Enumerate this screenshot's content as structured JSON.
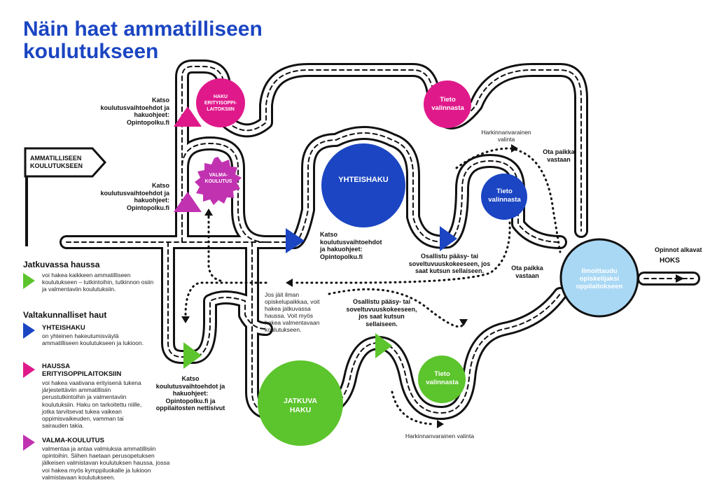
{
  "title": "Näin haet ammatilliseen koulutukseen",
  "colors": {
    "blue": "#1b45c2",
    "magenta": "#e0198b",
    "violet": "#c132b1",
    "green": "#5cc42c",
    "light_blue": "#a9d8f4",
    "title": "#1b45c2"
  },
  "sign": {
    "line1": "AMMATILLISEEN",
    "line2": "KOULUTUKSEEN"
  },
  "circles": {
    "haku_erityis": "HAKU ERITYISOPPI-LAITOKSIIN",
    "valma": "VALMA-KOULUTUS",
    "tieto_top": "Tieto valinnasta",
    "yhteishaku": "YHTEISHAKU",
    "tieto_blue": "Tieto valinnasta",
    "ilmoittaudu": "Ilmoittaudu opiskelijaksi oppilaitokseen",
    "jatkuva": "JATKUVA HAKU",
    "tieto_green": "Tieto valinnasta"
  },
  "labels": {
    "katso_top": "Katso koulutusvaihtoehdot ja hakuohjeet: Opintopolku.fi",
    "katso_mid": "Katso koulutusvaihtoehdot ja hakuohjeet: Opintopolku.fi",
    "katso_yhteis": "Katso koulutusvaihtoehdot ja hakuohjeet: Opintopolku.fi",
    "katso_bottom": "Katso koulutusvaihtoehdot ja hakuohjeet: Opintopolku.fi ja oppilaitosten nettisivut",
    "harkinnan_top": "Harkinnanvarainen valinta",
    "ota_paikka_top": "Ota paikka vastaan",
    "osallistu_top": "Osallistu pääsy- tai soveltuvuuskokeeseen, jos saat kutsun sellaiseen.",
    "ota_paikka_mid": "Ota paikka vastaan",
    "opinnot": "Opinnot alkavat",
    "hoks": "HOKS",
    "jos_jait": "Jos jäit ilman opiskelupaikkaa, voit hakea jatkuvassa haussa. Voit myös hakea valmentavaan koulutukseen.",
    "osallistu_bottom": "Osallistu pääsy- tai soveltuvuuskokeeseen, jos saat kutsun sellaiseen.",
    "harkinnan_bottom": "Harkinnanvarainen valinta"
  },
  "legend": {
    "jatkuvassa_heading": "Jatkuvassa haussa",
    "jatkuvassa_desc": "voi hakea kaikkeen ammatilliseen koulutukseen – tutkintoihin, tutkinnon osiin ja valmentaviin koulutuksiin.",
    "valtakunnalliset_heading": "Valtakunnalliset haut",
    "items": [
      {
        "title": "YHTEISHAKU",
        "desc": "on yhteinen hakeutumisväylä ammatilliseen koulutukseen ja lukioon."
      },
      {
        "title": "HAUSSA ERITYISOPPILAITOKSIIN",
        "desc": "voi hakea vaativana erityisenä tukena järjestettäviin ammatillisiin perustutkintoihin ja valmentaviin koulutuksiin. Haku on tarkoitettu niille, jotka tarvitsevat tukea vaikean oppimisvaikeuden, vamman tai sairauden takia."
      },
      {
        "title": "VALMA-KOULUTUS",
        "desc": "valmentaa ja antaa valmiuksia ammatillisiin opintoihin. Siihen haetaan perusopetuksen jälkeisen valmistavan koulutuksen haussa, jossa voi hakea myös kymppiluokalle ja lukioon valmistavaan koulutukseen."
      }
    ]
  }
}
